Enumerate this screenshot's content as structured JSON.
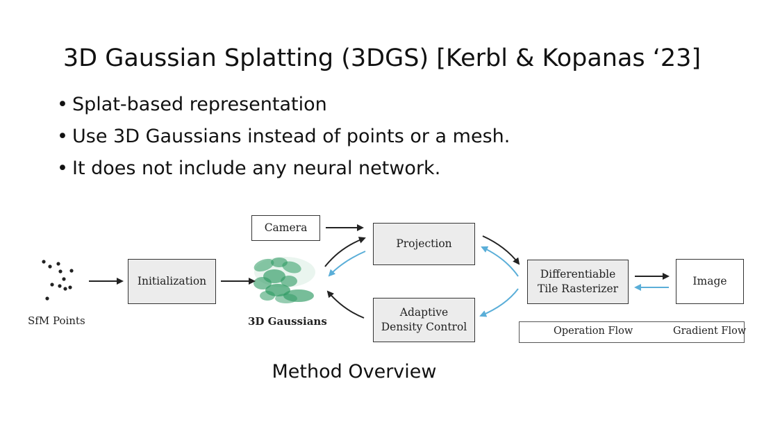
{
  "slide": {
    "title": "3D Gaussian Splatting (3DGS) [Kerbl & Kopanas ‘23]",
    "bullets": [
      "Splat-based representation",
      "Use 3D Gaussians instead of points or a mesh.",
      "It does not include any neural network."
    ],
    "caption": "Method Overview"
  },
  "diagram": {
    "sfm_label": "SfM Points",
    "initialization": "Initialization",
    "gaussians_label": "3D Gaussians",
    "camera": "Camera",
    "projection": "Projection",
    "adc_line1": "Adaptive",
    "adc_line2": "Density Control",
    "rasterizer_line1": "Differentiable",
    "rasterizer_line2": "Tile Rasterizer",
    "image": "Image",
    "legend": {
      "operation": "Operation Flow",
      "gradient": "Gradient Flow"
    }
  },
  "colors": {
    "operation_arrow": "#222222",
    "gradient_arrow": "#5aaed8",
    "box_fill": "#ececec",
    "gaussian_green": "#2e9a63"
  }
}
